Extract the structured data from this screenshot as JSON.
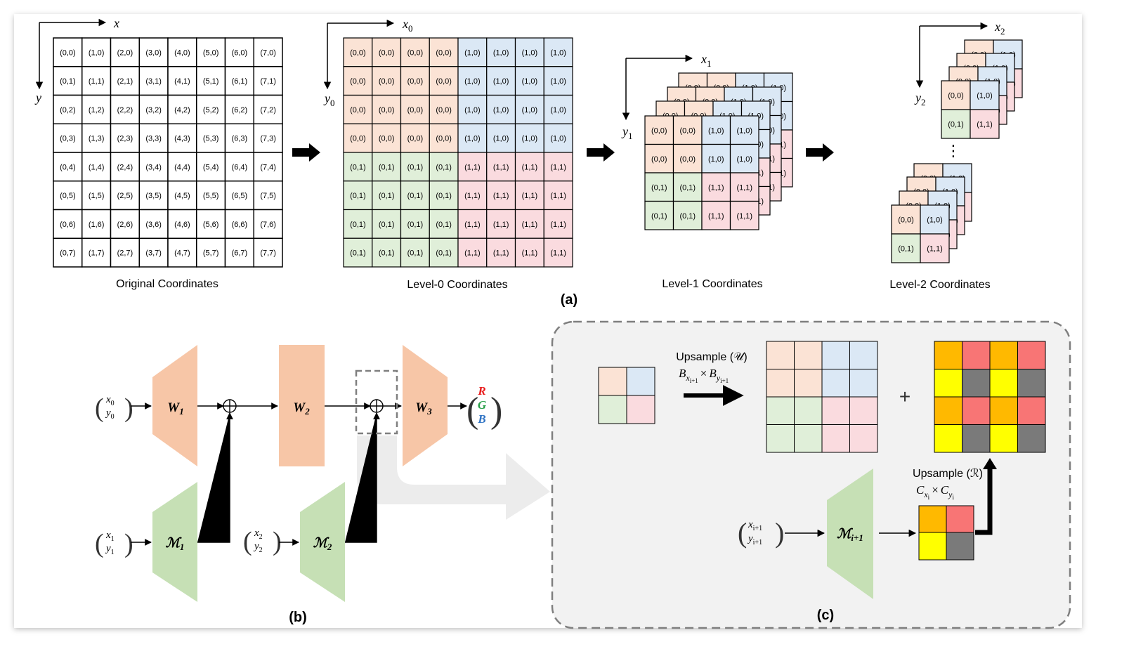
{
  "axes": {
    "original": {
      "x": "x",
      "y": "y"
    },
    "level0": {
      "x": "x",
      "x_sub": "0",
      "y": "y",
      "y_sub": "0"
    },
    "level1": {
      "x": "x",
      "x_sub": "1",
      "y": "y",
      "y_sub": "1"
    },
    "level2": {
      "x": "x",
      "x_sub": "2",
      "y": "y",
      "y_sub": "2"
    }
  },
  "grids": {
    "level0_labels": [
      "(0,0)",
      "(1,0)",
      "(0,1)",
      "(1,1)"
    ],
    "level1_labels": [
      "(0,0)",
      "(1,0)",
      "(0,1)",
      "(1,1)"
    ],
    "level2_labels": [
      "(0,0)",
      "(1,0)",
      "(0,1)",
      "(1,1)"
    ]
  },
  "captions": {
    "original": "Original Coordinates",
    "level0": "Level-0  Coordinates",
    "level1": "Level-1  Coordinates",
    "level2": "Level-2  Coordinates",
    "panel_a": "(a)",
    "panel_b": "(b)",
    "panel_c": "(c)",
    "vdots": "⋮"
  },
  "panel_b": {
    "in0": {
      "x": "x",
      "x_sub": "0",
      "y": "y",
      "y_sub": "0"
    },
    "in1": {
      "x": "x",
      "x_sub": "1",
      "y": "y",
      "y_sub": "1"
    },
    "in2": {
      "x": "x",
      "x_sub": "2",
      "y": "y",
      "y_sub": "2"
    },
    "w1": {
      "main": "W",
      "sub": "1"
    },
    "w2": {
      "main": "W",
      "sub": "2"
    },
    "w3": {
      "main": "W",
      "sub": "3"
    },
    "m1": {
      "main": "ℳ",
      "sub": "1"
    },
    "m2": {
      "main": "ℳ",
      "sub": "2"
    },
    "out": {
      "r": "R",
      "g": "G",
      "b": "B"
    }
  },
  "panel_c": {
    "upsample_u": "Upsample (𝒰)",
    "bx": "B",
    "bx_sub": "x",
    "bx_subsub": "i+1",
    "times1": "×",
    "by": "B",
    "by_sub": "y",
    "by_subsub": "i+1",
    "plus": "+",
    "upsample_r": "Upsample (ℛ)",
    "cx": "C",
    "cx_sub": "x",
    "cx_subsub": "i",
    "times2": "×",
    "cy": "C",
    "cy_sub": "y",
    "cy_subsub": "i",
    "input": {
      "x": "x",
      "x_sub": "i+1",
      "y": "y",
      "y_sub": "i+1"
    },
    "m": {
      "main": "ℳ",
      "sub": "i+1"
    }
  },
  "colors": {
    "orange_light": "#fbe3d5",
    "blue_light": "#dbe8f5",
    "green_light": "#e0efd9",
    "pink_light": "#fadbdf",
    "net_orange": "#f7c6a7",
    "net_green": "#c6e0b5",
    "code_orange": "#ffb900",
    "code_red": "#f87575",
    "code_yellow": "#ffff00",
    "code_gray": "#7a7a7a",
    "out_r": "#e81c1c",
    "out_g": "#2aa04a",
    "out_b": "#2f73c4"
  }
}
